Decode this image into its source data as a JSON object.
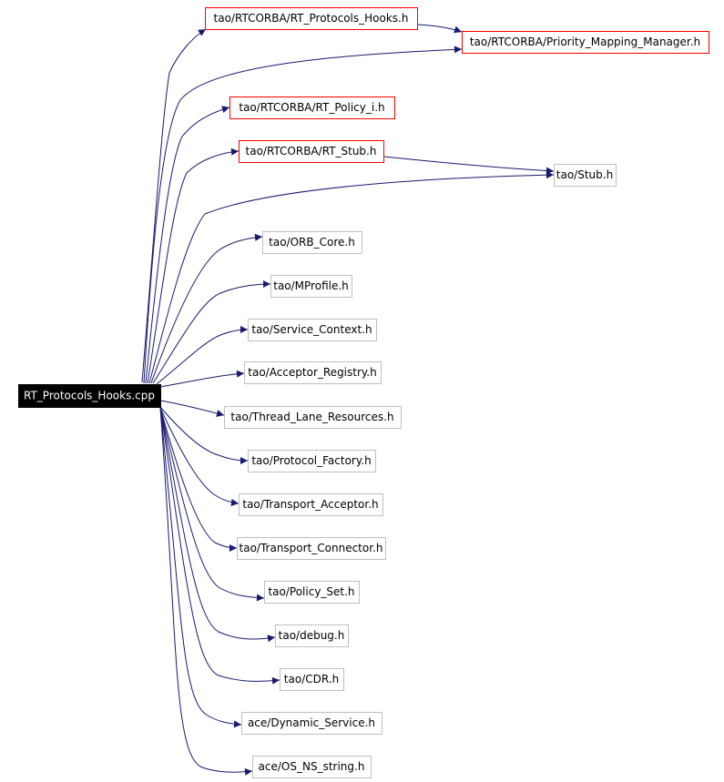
{
  "colors": {
    "edge": "#191970",
    "root_fill": "#000000",
    "root_text": "#ffffff",
    "red_border": "#ff0000",
    "gray_border": "#bfbfbf"
  },
  "root": {
    "label": "RT_Protocols_Hooks.cpp"
  },
  "nodes": [
    {
      "id": "rt_protocols_hooks_h",
      "label": "tao/RTCORBA/RT_Protocols_Hooks.h",
      "border": "red"
    },
    {
      "id": "priority_mapping_manager_h",
      "label": "tao/RTCORBA/Priority_Mapping_Manager.h",
      "border": "red"
    },
    {
      "id": "rt_policy_i_h",
      "label": "tao/RTCORBA/RT_Policy_i.h",
      "border": "red"
    },
    {
      "id": "rt_stub_h",
      "label": "tao/RTCORBA/RT_Stub.h",
      "border": "red"
    },
    {
      "id": "stub_h",
      "label": "tao/Stub.h",
      "border": "gray"
    },
    {
      "id": "orb_core_h",
      "label": "tao/ORB_Core.h",
      "border": "gray"
    },
    {
      "id": "mprofile_h",
      "label": "tao/MProfile.h",
      "border": "gray"
    },
    {
      "id": "service_context_h",
      "label": "tao/Service_Context.h",
      "border": "gray"
    },
    {
      "id": "acceptor_registry_h",
      "label": "tao/Acceptor_Registry.h",
      "border": "gray"
    },
    {
      "id": "thread_lane_resources_h",
      "label": "tao/Thread_Lane_Resources.h",
      "border": "gray"
    },
    {
      "id": "protocol_factory_h",
      "label": "tao/Protocol_Factory.h",
      "border": "gray"
    },
    {
      "id": "transport_acceptor_h",
      "label": "tao/Transport_Acceptor.h",
      "border": "gray"
    },
    {
      "id": "transport_connector_h",
      "label": "tao/Transport_Connector.h",
      "border": "gray"
    },
    {
      "id": "policy_set_h",
      "label": "tao/Policy_Set.h",
      "border": "gray"
    },
    {
      "id": "debug_h",
      "label": "tao/debug.h",
      "border": "gray"
    },
    {
      "id": "cdr_h",
      "label": "tao/CDR.h",
      "border": "gray"
    },
    {
      "id": "dynamic_service_h",
      "label": "ace/Dynamic_Service.h",
      "border": "gray"
    },
    {
      "id": "os_ns_string_h",
      "label": "ace/OS_NS_string.h",
      "border": "gray"
    }
  ],
  "edges": [
    {
      "from": "root",
      "to": "rt_protocols_hooks_h"
    },
    {
      "from": "root",
      "to": "priority_mapping_manager_h"
    },
    {
      "from": "root",
      "to": "rt_policy_i_h"
    },
    {
      "from": "root",
      "to": "rt_stub_h"
    },
    {
      "from": "root",
      "to": "stub_h"
    },
    {
      "from": "root",
      "to": "orb_core_h"
    },
    {
      "from": "root",
      "to": "mprofile_h"
    },
    {
      "from": "root",
      "to": "service_context_h"
    },
    {
      "from": "root",
      "to": "acceptor_registry_h"
    },
    {
      "from": "root",
      "to": "thread_lane_resources_h"
    },
    {
      "from": "root",
      "to": "protocol_factory_h"
    },
    {
      "from": "root",
      "to": "transport_acceptor_h"
    },
    {
      "from": "root",
      "to": "transport_connector_h"
    },
    {
      "from": "root",
      "to": "policy_set_h"
    },
    {
      "from": "root",
      "to": "debug_h"
    },
    {
      "from": "root",
      "to": "cdr_h"
    },
    {
      "from": "root",
      "to": "dynamic_service_h"
    },
    {
      "from": "root",
      "to": "os_ns_string_h"
    },
    {
      "from": "rt_protocols_hooks_h",
      "to": "priority_mapping_manager_h"
    },
    {
      "from": "rt_stub_h",
      "to": "stub_h"
    }
  ]
}
